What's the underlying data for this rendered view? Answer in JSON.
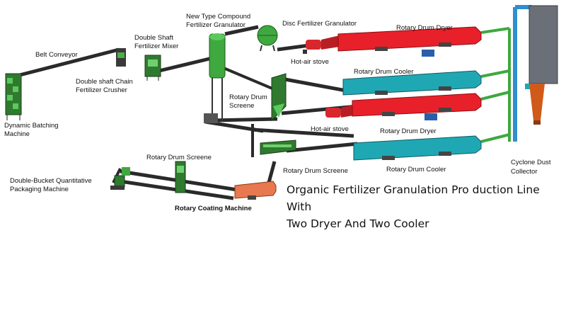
{
  "labels": {
    "belt_conveyor": "Belt Conveyor",
    "double_shaft_mixer_1": "Double Shaft",
    "double_shaft_mixer_2": "Fertilizer Mixer",
    "compound_granulator_1": "New Type Compound",
    "compound_granulator_2": "Fertilizer Granulator",
    "disc_granulator": "Disc Fertilizer Granulator",
    "dryer_top": "Rotary Drum Dryer",
    "hot_air_stove_1": "Hot-air stove",
    "cooler_top": "Rotary Drum Cooler",
    "dynamic_batching_1": "Dynamic Batching",
    "dynamic_batching_2": "Machine",
    "chain_crusher_1": "Double shaft Chain",
    "chain_crusher_2": "Fertilizer Crusher",
    "screener_upper_1": "Rotary Drum",
    "screener_upper_2": "Screene",
    "hot_air_stove_2": "Hot-air stove",
    "dryer_bottom": "Rotary Drum Dryer",
    "screener_left": "Rotary Drum Screene",
    "cooler_bottom": "Rotary Drum Cooler",
    "cyclone_1": "Cyclone Dust",
    "cyclone_2": "Collector",
    "packaging_1": "Double-Bucket Quantitative",
    "packaging_2": "Packaging Machine",
    "screener_lower": "Rotary Drum Screene",
    "coating_machine": "Rotary Coating Machine"
  },
  "title": {
    "line1": "Organic Fertilizer Granulation Pro duction Line With",
    "line2": "Two Dryer And Two Cooler"
  },
  "colors": {
    "dryer": "#e8202a",
    "cooler": "#1fa8b4",
    "machine_green": "#2f7a2f",
    "conveyor": "#2a2a2a",
    "duct_green": "#3fa83f",
    "coating": "#e87850",
    "stove": "#d8282e",
    "cyclone_blue": "#2f8fd0",
    "cyclone_orange": "#d05a1a",
    "collector_grey": "#6b6f78"
  }
}
